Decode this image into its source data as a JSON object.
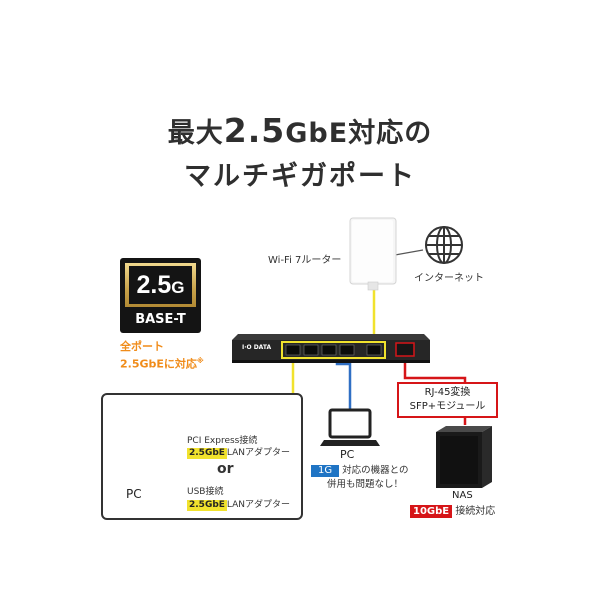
{
  "headline": {
    "line1_prefix": "最大",
    "line1_value": "2.5",
    "line1_suffix": "GbE対応の",
    "line2": "マルチギガポート"
  },
  "badge": {
    "speed": "2.5",
    "unit": "G",
    "standard": "BASE-T"
  },
  "router_label": "Wi-Fi 7ルーター",
  "internet_label": "インターネット",
  "switch_brand": "I·O DATA",
  "all_ports": {
    "line1": "全ポート",
    "line2": "2.5GbEに対応",
    "note_mark": "※"
  },
  "panel": {
    "pcie_label": "PCI Express接続",
    "pcie_badge": "2.5GbE",
    "pcie_adapter": "LANアダプター",
    "or_label": "or",
    "usb_label": "USB接続",
    "usb_badge": "2.5GbE",
    "usb_adapter": "LANアダプター",
    "pc_label": "PC"
  },
  "pc_device": {
    "label": "PC",
    "badge": "1G",
    "text1": "対応の機器との",
    "text2": "併用も問題なし！"
  },
  "rj45": {
    "line1": "RJ-45変換",
    "line2": "SFP+モジュール"
  },
  "nas": {
    "label": "NAS",
    "badge": "10GbE",
    "suffix": "接続対応"
  },
  "colors": {
    "yellow_cable": "#f1e22d",
    "blue_cable": "#2f6fc4",
    "red_cable": "#d61518",
    "badge_gold": "#c9a34a",
    "accent_orange": "#f08c1a"
  }
}
